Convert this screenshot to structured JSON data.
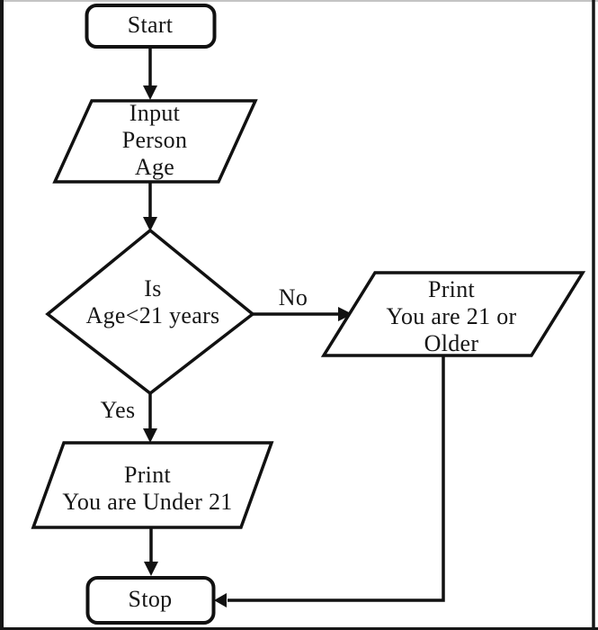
{
  "flowchart": {
    "nodes": {
      "start": {
        "label": "Start"
      },
      "input_age": {
        "label": "Input\nPerson\nAge"
      },
      "decision": {
        "label": "Is\nAge<21 years"
      },
      "print_older": {
        "label": "Print\nYou are 21 or Older"
      },
      "print_under": {
        "label": "Print\nYou are Under 21"
      },
      "stop": {
        "label": "Stop"
      }
    },
    "edge_labels": {
      "no": "No",
      "yes": "Yes"
    },
    "colors": {
      "line": "#111111",
      "shape_fill": "#ffffff",
      "background": "#ffffff",
      "text": "#151515"
    }
  }
}
